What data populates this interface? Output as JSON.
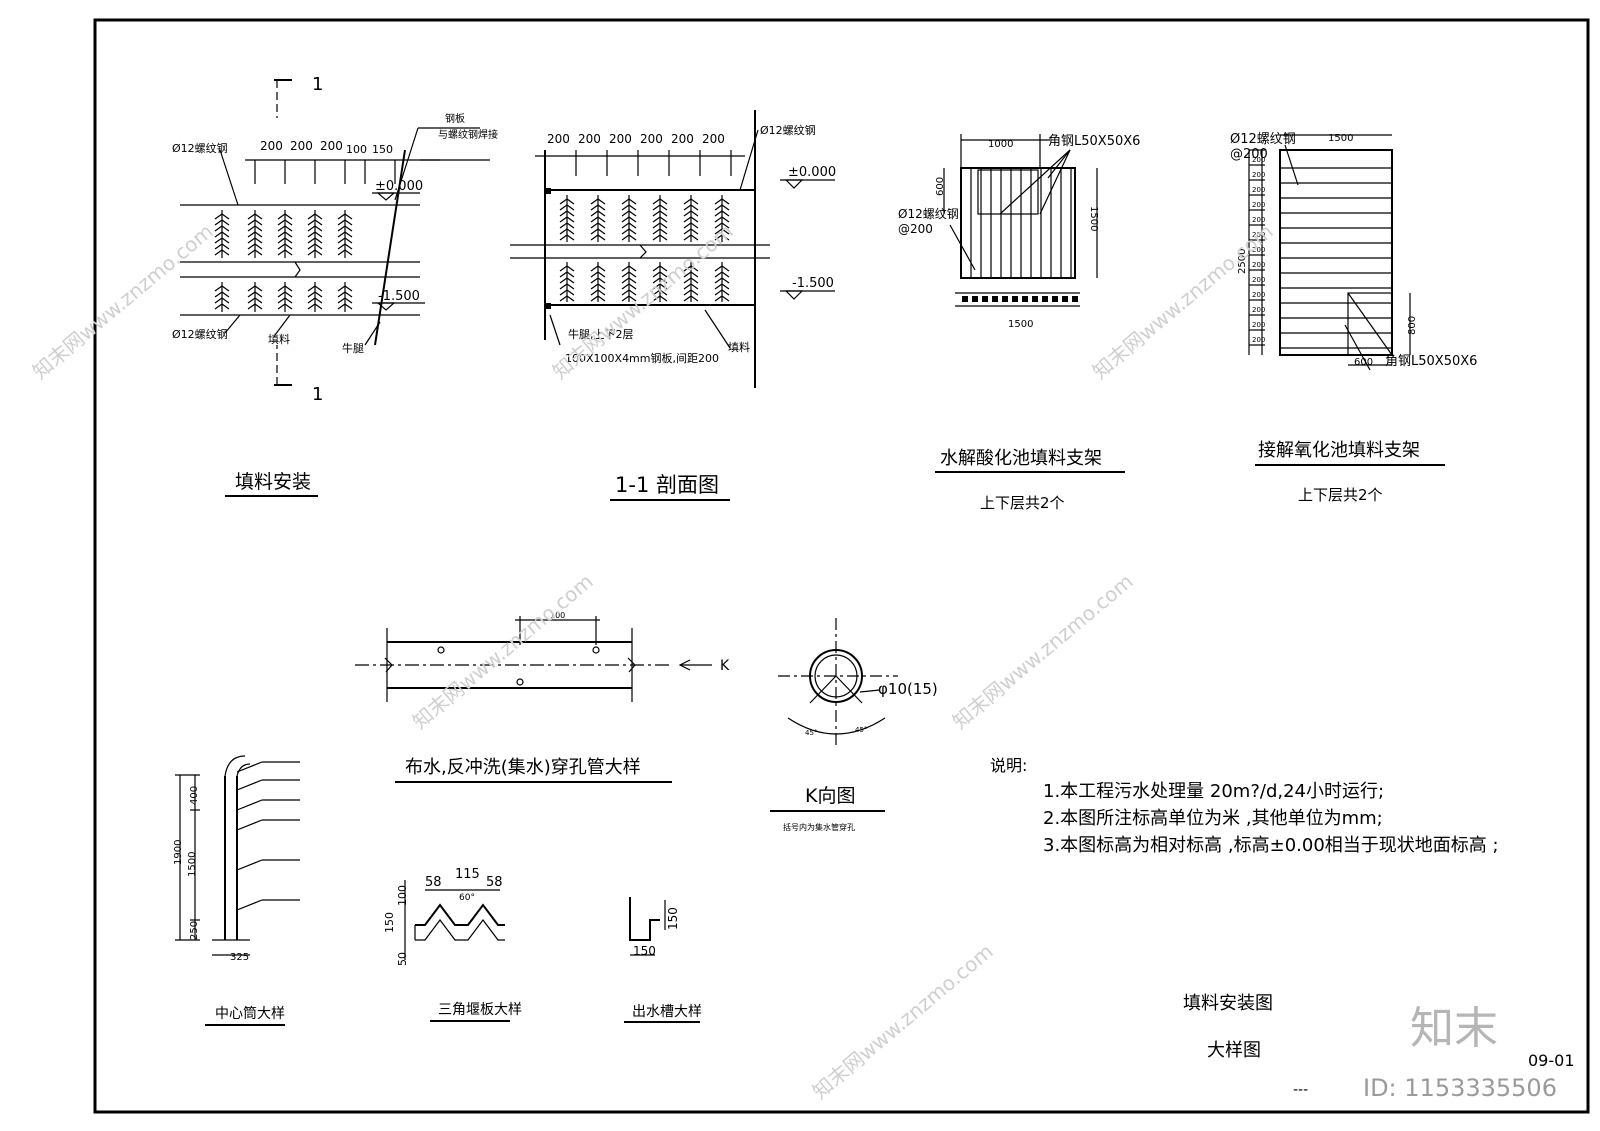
{
  "fill_install": {
    "section_mark": "1",
    "dims": [
      "200",
      "200",
      "200",
      "100",
      "150"
    ],
    "rebar_top": "Ø12螺纹钢",
    "rebar_bottom": "Ø12螺纹钢",
    "note_right": "钢板",
    "note_right2": "与螺纹钢焊接",
    "elev_top": "±0.000",
    "elev_bottom": "-1.500",
    "label_fill": "填料",
    "label_ox": "牛腿",
    "title": "填料安装"
  },
  "section_1_1": {
    "dims": [
      "200",
      "200",
      "200",
      "200",
      "200",
      "200"
    ],
    "rebar": "Ø12螺纹钢",
    "elev_top": "±0.000",
    "elev_bottom": "-1.500",
    "note_ox": "牛腿,上下2层",
    "note_steel": "100X100X4mm钢板,间距200",
    "label_fill": "填料",
    "title": "1-1 剖面图"
  },
  "hydrolysis_support": {
    "dim_top": "1000",
    "dim_left": "600",
    "dim_right": "1500",
    "dim_bottom": "1500",
    "angle": "角钢L50X50X6",
    "rebar": "Ø12螺纹钢",
    "spacing": "@200",
    "title": "水解酸化池填料支架",
    "subtitle": "上下层共2个"
  },
  "anoxic_support": {
    "rebar": "Ø12螺纹钢",
    "spacing": "@200",
    "dim_top": "1500",
    "dim_left": "2500",
    "row_dim": "200",
    "dim_right": "800",
    "dim_bottom": "600",
    "angle": "角钢L50X50X6",
    "title": "接解氧化池填料支架",
    "subtitle": "上下层共2个"
  },
  "perforated_pipe": {
    "dim": "100",
    "arrow_label": "K",
    "title": "布水,反冲洗(集水)穿孔管大样"
  },
  "k_view": {
    "hole": "φ10(15)",
    "angle_a": "45°",
    "angle_b": "45°",
    "title": "K向图",
    "subtitle": "括号内为集水管穿孔"
  },
  "notes": {
    "heading": "说明:",
    "items": [
      "1.本工程污水处理量 20m?/d,24小时运行;",
      "2.本图所注标高单位为米 ,其他单位为mm;",
      "3.本图标高为相对标高 ,标高±0.00相当于现状地面标高 ;"
    ]
  },
  "center_tube": {
    "dims": [
      "400",
      "1500",
      "250",
      "1900"
    ],
    "dim_bottom": "325",
    "title": "中心筒大样"
  },
  "triangle_weir": {
    "dims_top": [
      "58",
      "115",
      "58"
    ],
    "angle": "60°",
    "dims_left": [
      "100",
      "150",
      "50"
    ],
    "title": "三角堰板大样"
  },
  "outlet_trough": {
    "dim_h": "150",
    "dim_w": "150",
    "title": "出水槽大样"
  },
  "title_block": {
    "line1": "填料安装图",
    "line2": "大样图",
    "sheet": "09-01",
    "dash": "---"
  },
  "watermark": {
    "logo": "知末",
    "id": "ID: 1153335506",
    "text": "知末网www.znzmo.com"
  }
}
